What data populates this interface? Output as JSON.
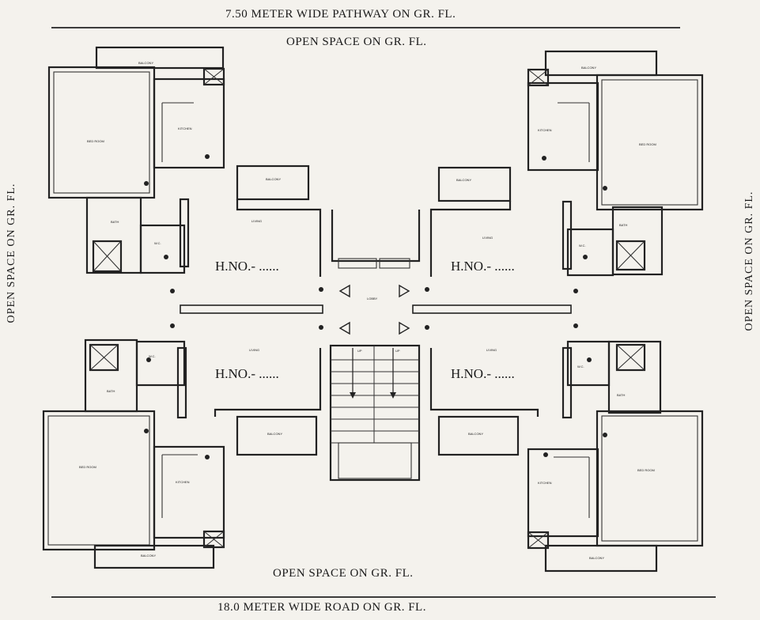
{
  "road_labels": {
    "top_pathway": "7.50 METER    WIDE    PATHWAY ON  GR.  FL.",
    "bottom_road": "18.0 METER     WIDE     ROAD ON  GR.  FL."
  },
  "open_space": {
    "top": "OPEN  SPACE ON   GR.  FL.",
    "bottom": "OPEN   SPACE  ON  GR.   FL.",
    "left": "OPEN   SPACE   ON   GR.   FL.",
    "right": "OPEN   SPACE   ON   GR.   FL."
  },
  "units": {
    "top_left": "H.NO.- ......",
    "top_right": "H.NO.- ......",
    "bottom_left": "H.NO.- ......",
    "bottom_right": "H.NO.- ......"
  },
  "room_labels": {
    "bed_room": "BED ROOM",
    "kitchen": "KITCHEN",
    "balcony": "BALCONY",
    "bath": "BATH",
    "wc": "W.C.",
    "living": "LIVING",
    "lobby": "LOBBY",
    "up": "UP"
  }
}
